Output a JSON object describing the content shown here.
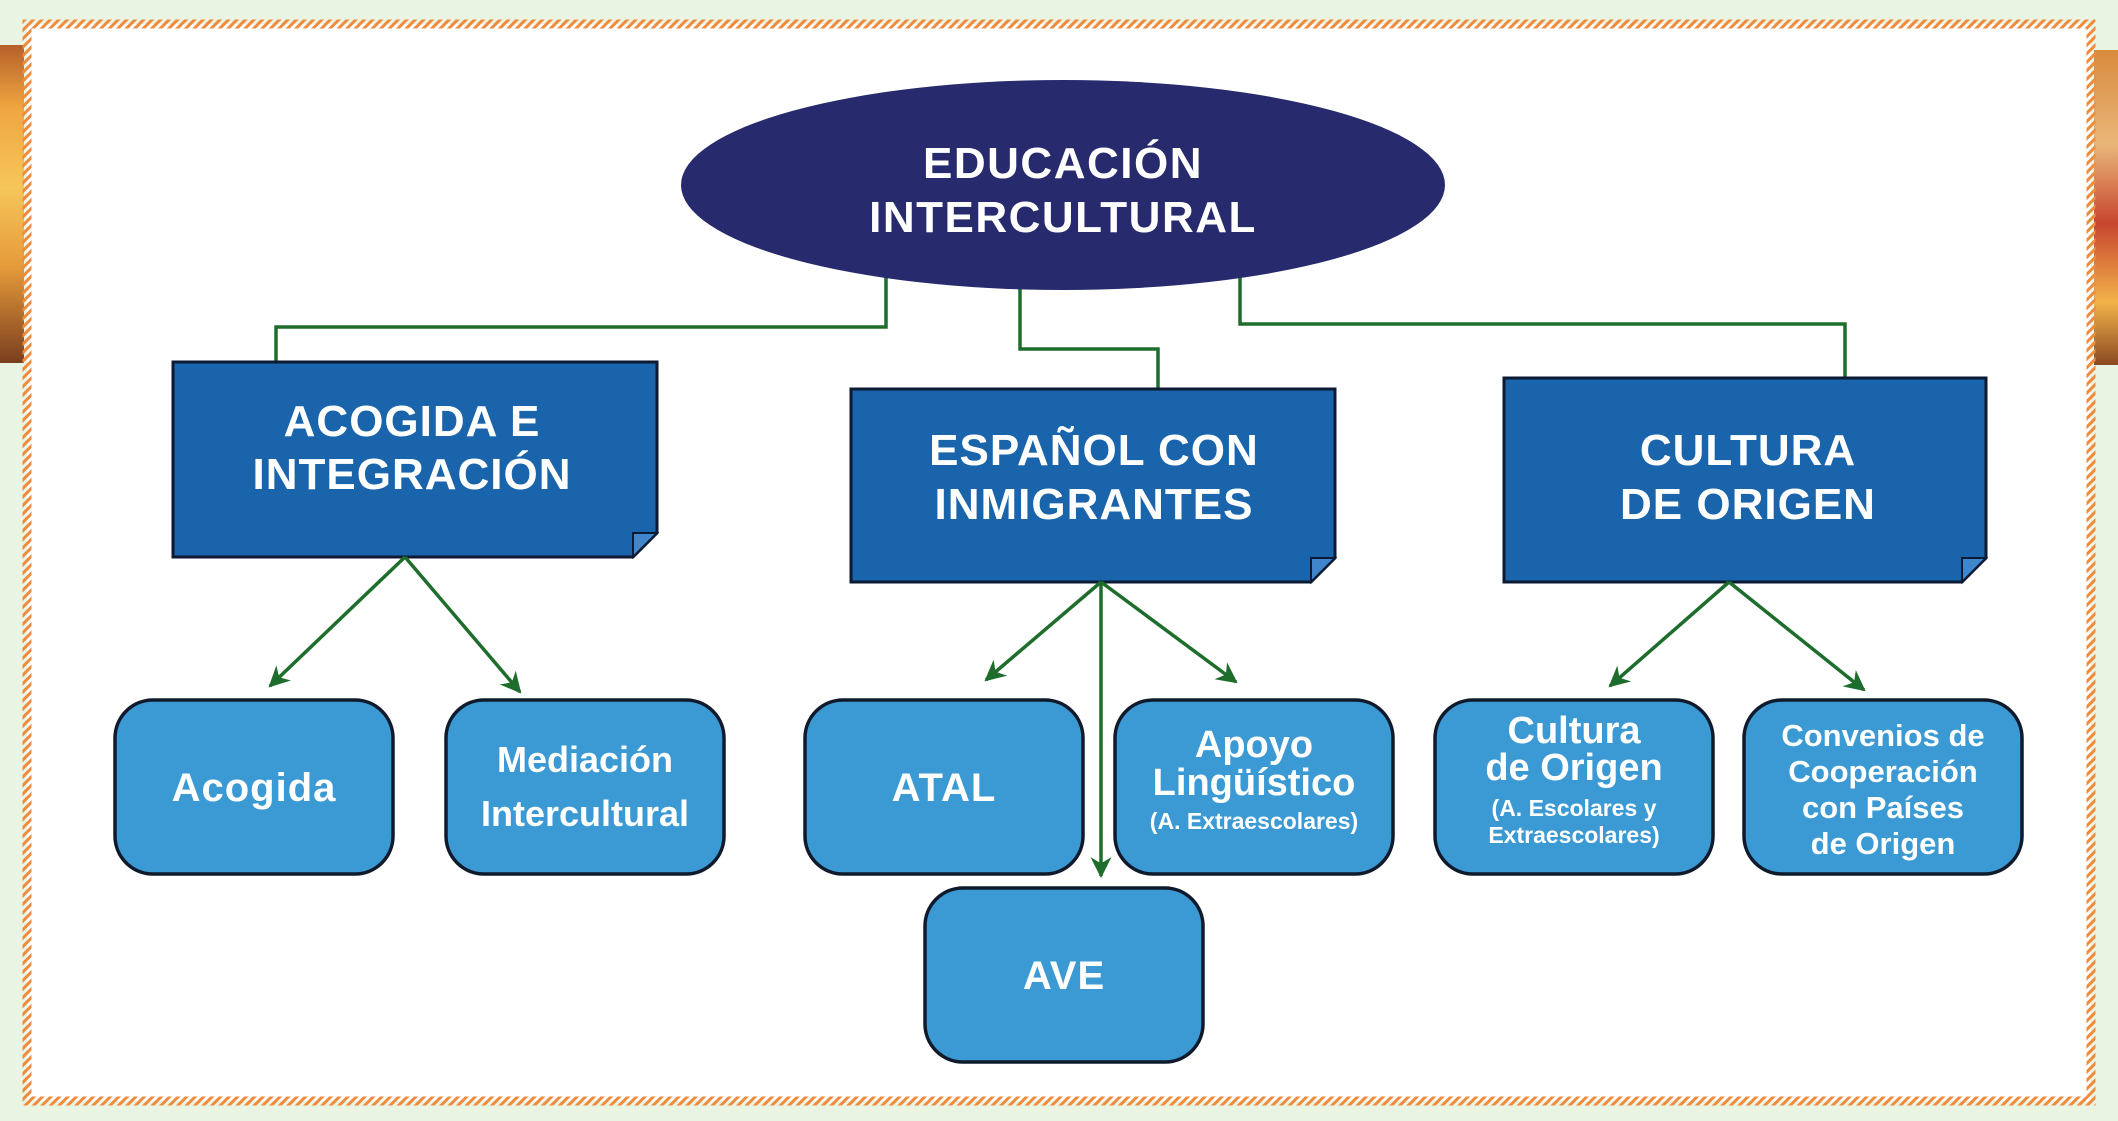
{
  "colors": {
    "ellipse": "#272a6d",
    "box": "#1a64ab",
    "box_fold": "#3f86cc",
    "rounded_box": "#3b9ad3",
    "connector": "#1f6d2c",
    "text": "#ffffff",
    "frame": "#ef8b3d"
  },
  "root": {
    "lines": [
      "EDUCACIÓN",
      "INTERCULTURAL"
    ]
  },
  "categories": [
    {
      "lines": [
        "ACOGIDA E",
        "INTEGRACIÓN"
      ],
      "children": [
        {
          "lines": [
            "Acogida"
          ]
        },
        {
          "lines": [
            "Mediación",
            "Intercultural"
          ]
        }
      ]
    },
    {
      "lines": [
        "ESPAÑOL CON",
        "INMIGRANTES"
      ],
      "children": [
        {
          "lines": [
            "ATAL"
          ]
        },
        {
          "lines": [
            "Apoyo",
            "Lingüístico"
          ],
          "note": [
            "(A. Extraescolares)"
          ]
        },
        {
          "lines": [
            "AVE"
          ]
        }
      ]
    },
    {
      "lines": [
        "CULTURA",
        "DE ORIGEN"
      ],
      "children": [
        {
          "lines": [
            "Cultura",
            "de Origen"
          ],
          "note": [
            "(A. Escolares y",
            "Extraescolares)"
          ]
        },
        {
          "lines": [
            "Convenios de",
            "Cooperación",
            "con Países",
            "de Origen"
          ]
        }
      ]
    }
  ]
}
